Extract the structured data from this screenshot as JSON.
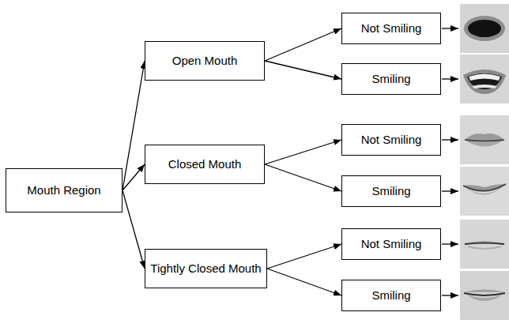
{
  "diagram": {
    "nodes": [
      {
        "text": [
          "Mouth Region"
        ]
      },
      {
        "text": [
          "Open Mouth"
        ]
      },
      {
        "text": [
          "Closed Mouth"
        ]
      },
      {
        "text": [
          "Tightly Closed Mouth"
        ]
      },
      {
        "text": [
          "Not Smiling"
        ]
      },
      {
        "text": [
          "Smiling"
        ]
      },
      {
        "text": [
          "Not Smiling"
        ]
      },
      {
        "text": [
          "Smiling"
        ]
      },
      {
        "text": [
          "Not Smiling"
        ]
      },
      {
        "text": [
          "Smiling"
        ]
      }
    ],
    "edges": [
      {
        "from": 0,
        "to": 1,
        "arrow": "to"
      },
      {
        "from": 0,
        "to": 2,
        "arrow": "to"
      },
      {
        "from": 0,
        "to": 3,
        "arrow": "to"
      },
      {
        "from": 1,
        "to": 4,
        "arrow": "to"
      },
      {
        "from": 1,
        "to": 5,
        "arrow": "to"
      },
      {
        "from": 2,
        "to": 6,
        "arrow": "to"
      },
      {
        "from": 2,
        "to": 7,
        "arrow": "to"
      },
      {
        "from": 3,
        "to": 8,
        "arrow": "to"
      },
      {
        "from": 3,
        "to": 9,
        "arrow": "to"
      }
    ]
  }
}
